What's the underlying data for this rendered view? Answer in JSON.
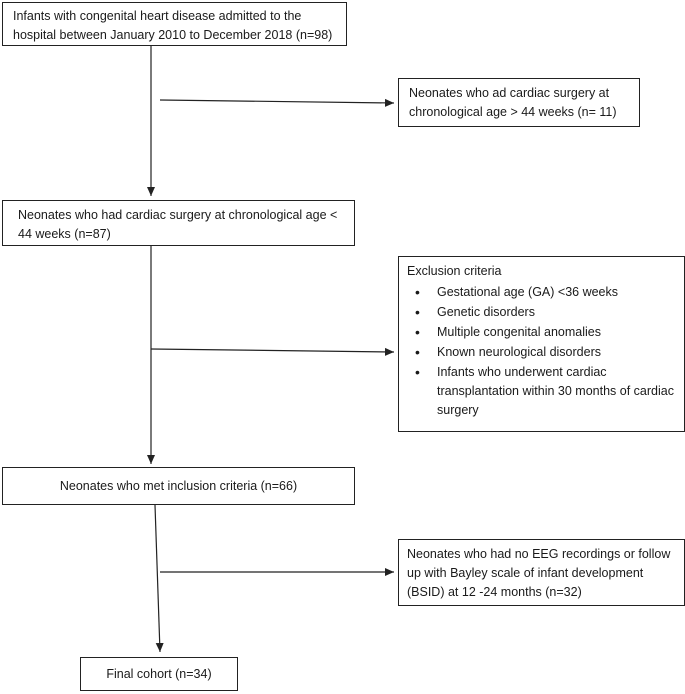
{
  "flowchart": {
    "main_boxes": [
      {
        "text": "Infants with congenital heart disease admitted to the\nhospital between January 2010 to December 2018 (n=98)"
      },
      {
        "text": "Neonates who had cardiac surgery at chronological age <\n44 weeks (n=87)"
      },
      {
        "text": "Neonates who met inclusion criteria (n=66)"
      },
      {
        "text": "Final cohort (n=34)"
      }
    ],
    "exclusion_boxes": [
      {
        "text": "Neonates who ad cardiac surgery at\nchronological age > 44 weeks (n= 11)"
      },
      {
        "title": "Exclusion criteria",
        "items": [
          "Gestational age (GA) <36 weeks",
          "Genetic disorders",
          "Multiple congenital anomalies",
          "Known neurological disorders",
          "Infants who underwent cardiac\ntransplantation within 30 months of cardiac\nsurgery"
        ]
      },
      {
        "text": "Neonates who had no EEG recordings or follow\nup with Bayley scale of infant development\n(BSID) at 12 -24 months (n=32)"
      }
    ]
  }
}
